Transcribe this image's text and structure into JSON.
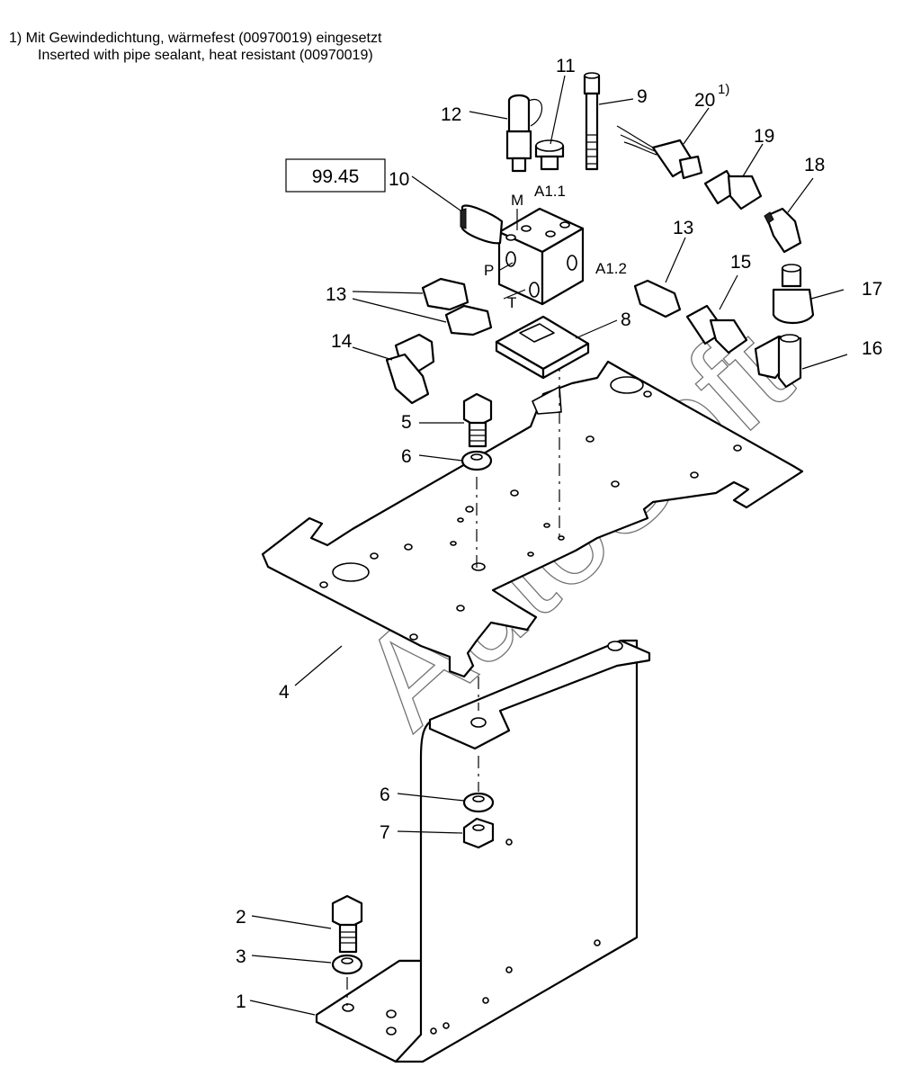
{
  "notes": {
    "line1": "1) Mit Gewindedichtung, wärmefest (00970019) eingesetzt",
    "line2": "Inserted with pipe sealant, heat resistant (00970019)"
  },
  "reference_box": "99.45",
  "watermark": "AutoSoft",
  "ports": {
    "M": "M",
    "A11": "A1.1",
    "A12": "A1.2",
    "P": "P",
    "T": "T"
  },
  "callouts": [
    {
      "id": "c1",
      "label": "1"
    },
    {
      "id": "c2",
      "label": "2"
    },
    {
      "id": "c3",
      "label": "3"
    },
    {
      "id": "c4",
      "label": "4"
    },
    {
      "id": "c5",
      "label": "5"
    },
    {
      "id": "c6a",
      "label": "6"
    },
    {
      "id": "c6b",
      "label": "6"
    },
    {
      "id": "c7",
      "label": "7"
    },
    {
      "id": "c8",
      "label": "8"
    },
    {
      "id": "c9",
      "label": "9"
    },
    {
      "id": "c10",
      "label": "10"
    },
    {
      "id": "c11",
      "label": "11"
    },
    {
      "id": "c12",
      "label": "12"
    },
    {
      "id": "c13a",
      "label": "13"
    },
    {
      "id": "c13b",
      "label": "13"
    },
    {
      "id": "c14",
      "label": "14"
    },
    {
      "id": "c15",
      "label": "15"
    },
    {
      "id": "c16",
      "label": "16"
    },
    {
      "id": "c17",
      "label": "17"
    },
    {
      "id": "c18",
      "label": "18"
    },
    {
      "id": "c19",
      "label": "19"
    },
    {
      "id": "c20",
      "label": "20"
    }
  ],
  "superscript_20": "1)"
}
